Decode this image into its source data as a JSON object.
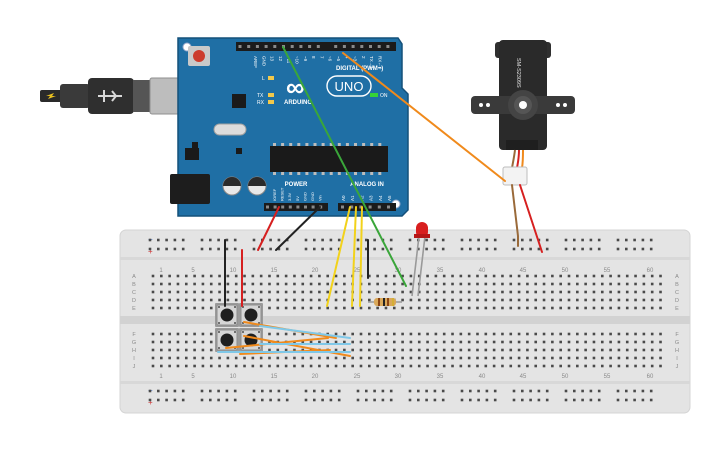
{
  "arduino": {
    "brand": "ARDUINO",
    "model": "UNO",
    "logo_symbol": "∞",
    "digital_label": "DIGITAL (PWM~)",
    "analog_label": "ANALOG IN",
    "power_label": "POWER",
    "on_label": "ON",
    "led_labels": [
      "L",
      "TX",
      "RX"
    ],
    "top_header_pins": [
      "AREF",
      "GND",
      "13",
      "12",
      "~11",
      "~10",
      "~9",
      "8",
      "7",
      "~6",
      "~5",
      "4",
      "~3",
      "2",
      "TX→1",
      "RX←0"
    ],
    "power_pins": [
      "IOREF",
      "RESET",
      "3.3V",
      "5V",
      "GND",
      "GND",
      "Vin"
    ],
    "analog_pins": [
      "A0",
      "A1",
      "A2",
      "A3",
      "A4",
      "A5"
    ]
  },
  "servo": {
    "model_label": "SM-S2309S"
  },
  "breadboard": {
    "column_numbers": [
      "1",
      "5",
      "10",
      "15",
      "20",
      "25",
      "30",
      "35",
      "40",
      "45",
      "50",
      "55",
      "60"
    ],
    "row_letters_top": [
      "A",
      "B",
      "C",
      "D",
      "E"
    ],
    "row_letters_bottom": [
      "F",
      "G",
      "H",
      "I",
      "J"
    ],
    "rail_minus": "−",
    "rail_plus": "+"
  },
  "colors": {
    "arduino_board": "#1f6fa5",
    "breadboard": "#e5e5e5",
    "wire_orange": "#f08a1c",
    "wire_green": "#3aa63a",
    "wire_red": "#d62020",
    "wire_black": "#222222",
    "wire_yellow": "#f2d21b",
    "wire_blue": "#7fc8e8",
    "wire_brown": "#9a6a3a",
    "led_red": "#d81e1e"
  }
}
